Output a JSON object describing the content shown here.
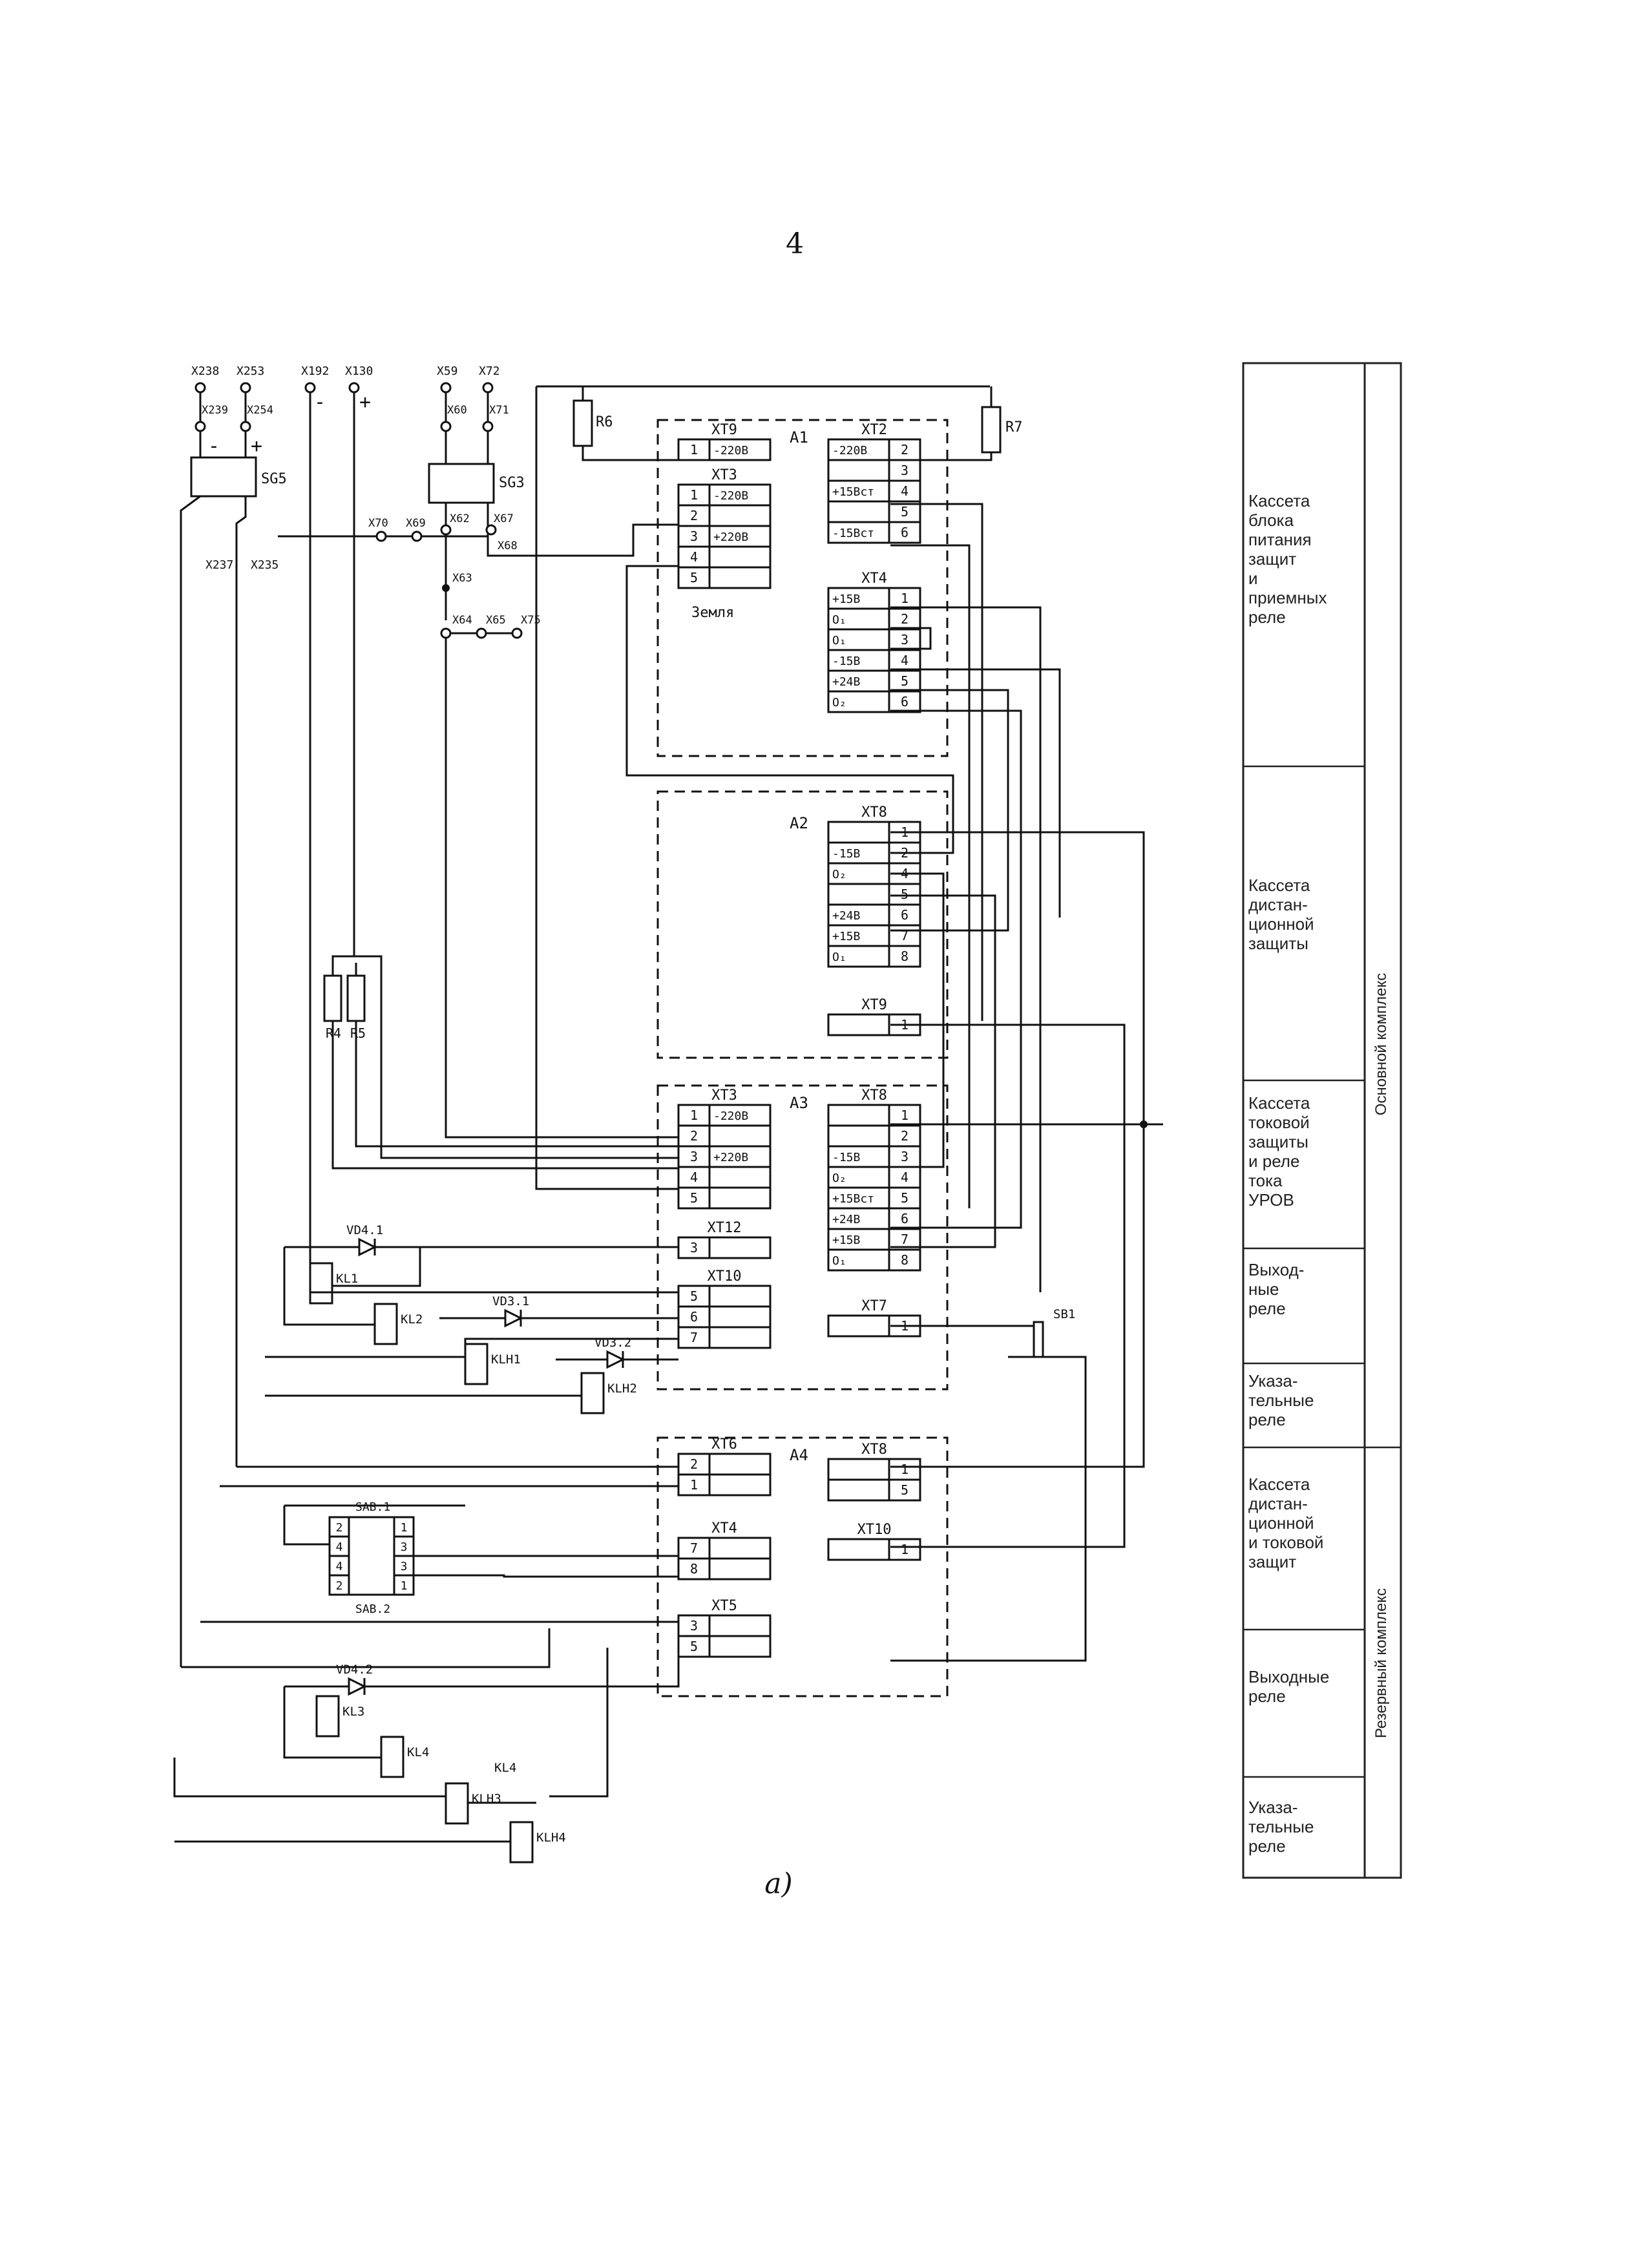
{
  "page_number": "4",
  "caption": "а)",
  "terminals_top": [
    "X238",
    "X253",
    "X192",
    "X130",
    "X59",
    "X72"
  ],
  "terminals_sub": [
    "X239",
    "X254",
    "X60",
    "X71"
  ],
  "terminals_mid": [
    "X70",
    "X69",
    "X62",
    "X67",
    "X68",
    "X63",
    "X64",
    "X65",
    "X75"
  ],
  "wire_tags": [
    "X237",
    "X235"
  ],
  "polarity": [
    "-",
    "+",
    "-",
    "+"
  ],
  "components": {
    "sg65": "SG5",
    "sg63": "SG3",
    "r6": "R6",
    "r7": "R7",
    "r4": "R4",
    "r5": "R5",
    "vd41": "VD4.1",
    "vd31": "VD3.1",
    "vd32": "VD3.2",
    "vd42": "VD4.2",
    "kl1": "KL1",
    "kl2": "KL2",
    "kl3": "KL3",
    "kl4": "KL4",
    "klh1": "KLH1",
    "klh2": "KLH2",
    "klh3": "KLH3",
    "klh4": "KLH4",
    "kl4_contact": "KL4",
    "sb1": "SB1",
    "sab1": "SAB.1",
    "sab2": "SAB.2",
    "earth": "Земля"
  },
  "blocks": {
    "a1": "A1",
    "a2": "A2",
    "a3": "A3",
    "a4": "A4"
  },
  "a1": {
    "xt9": {
      "title": "XT9",
      "rows": [
        [
          "1",
          "-220В"
        ]
      ]
    },
    "xt3": {
      "title": "XT3",
      "rows": [
        [
          "1",
          "-220В"
        ],
        [
          "2",
          ""
        ],
        [
          "3",
          "+220В"
        ],
        [
          "4",
          ""
        ],
        [
          "5",
          ""
        ]
      ]
    },
    "xt2": {
      "title": "XT2",
      "rows": [
        [
          "-220В",
          "2"
        ],
        [
          "",
          "3"
        ],
        [
          "+15Вст",
          "4"
        ],
        [
          "",
          "5"
        ],
        [
          "-15Вст",
          "6"
        ]
      ]
    },
    "xt4": {
      "title": "XT4",
      "rows": [
        [
          "+15В",
          "1"
        ],
        [
          "O₁",
          "2"
        ],
        [
          "O₁",
          "3"
        ],
        [
          "-15В",
          "4"
        ],
        [
          "+24В",
          "5"
        ],
        [
          "O₂",
          "6"
        ]
      ]
    }
  },
  "a2": {
    "xt8": {
      "title": "XT8",
      "rows": [
        [
          "",
          "1"
        ],
        [
          "-15В",
          "2"
        ],
        [
          "O₂",
          "4"
        ],
        [
          "",
          "5"
        ],
        [
          "+24В",
          "6"
        ],
        [
          "+15В",
          "7"
        ],
        [
          "O₁",
          "8"
        ]
      ]
    },
    "xt9": {
      "title": "XT9",
      "rows": [
        [
          "",
          "1"
        ]
      ]
    }
  },
  "a3": {
    "xt3": {
      "title": "XT3",
      "rows": [
        [
          "1",
          "-220В"
        ],
        [
          "2",
          ""
        ],
        [
          "3",
          "+220В"
        ],
        [
          "4",
          ""
        ],
        [
          "5",
          ""
        ]
      ]
    },
    "xt8": {
      "title": "XT8",
      "rows": [
        [
          "",
          "1"
        ],
        [
          "",
          "2"
        ],
        [
          "-15В",
          "3"
        ],
        [
          "O₂",
          "4"
        ],
        [
          "+15Вст",
          "5"
        ],
        [
          "+24В",
          "6"
        ],
        [
          "+15В",
          "7"
        ],
        [
          "O₁",
          "8"
        ]
      ]
    },
    "xt12": {
      "title": "XT12",
      "rows": [
        [
          "3",
          ""
        ]
      ]
    },
    "xt10": {
      "title": "XT10",
      "rows": [
        [
          "5",
          ""
        ],
        [
          "6",
          ""
        ],
        [
          "7",
          ""
        ]
      ]
    },
    "xt7": {
      "title": "XT7",
      "rows": [
        [
          "",
          "1"
        ]
      ]
    }
  },
  "a4": {
    "xt6": {
      "title": "XT6",
      "rows": [
        [
          "2",
          ""
        ],
        [
          "1",
          ""
        ]
      ]
    },
    "xt4": {
      "title": "XT4",
      "rows": [
        [
          "7",
          ""
        ],
        [
          "8",
          ""
        ]
      ]
    },
    "xt5": {
      "title": "XT5",
      "rows": [
        [
          "3",
          ""
        ],
        [
          "5",
          ""
        ]
      ]
    },
    "xt8": {
      "title": "XT8",
      "rows": [
        [
          "",
          "1"
        ],
        [
          "",
          "5"
        ]
      ]
    },
    "xt10": {
      "title": "XT10",
      "rows": [
        [
          "",
          "1"
        ]
      ]
    }
  },
  "sab_rows": [
    [
      "2",
      "1"
    ],
    [
      "4",
      "3"
    ],
    [
      "4",
      "3"
    ],
    [
      "2",
      "1"
    ]
  ],
  "legend": {
    "items": [
      "Кассета\nблока\nпитания\nзащит\nи\nприемных\nреле",
      "Кассета\nдистан-\nционной\nзащиты",
      "Кассета\nтоковой\nзащиты\nи реле\nтока\nУРОВ",
      "Выход-\nные\nреле",
      "Указа-\nтельные\nреле",
      "Кассета\nдистан-\nционной\nи токовой\nзащит",
      "Выходные\nреле",
      "Указа-\nтельные\nреле"
    ],
    "group_main": "Основной комплекс",
    "group_reserve": "Резервный комплекс"
  }
}
